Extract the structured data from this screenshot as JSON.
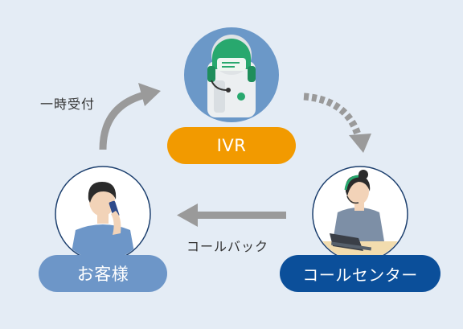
{
  "colors": {
    "background": "#e4ecf5",
    "ivr_accent": "#f29a00",
    "customer_accent": "#6d96c8",
    "callcenter_accent": "#0b4f9a",
    "arrow": "#9a9a9a",
    "robot_green": "#28a86e"
  },
  "nodes": {
    "ivr": {
      "label": "IVR",
      "icon": "ivr-robot-operator-icon"
    },
    "customer": {
      "label": "お客様",
      "icon": "customer-on-phone-icon"
    },
    "call_center": {
      "label": "コールセンター",
      "icon": "call-center-agent-icon"
    }
  },
  "flows": {
    "intake": {
      "label": "一時受付",
      "from": "customer",
      "to": "ivr",
      "style": "solid"
    },
    "transfer": {
      "label": "",
      "from": "ivr",
      "to": "call_center",
      "style": "dotted"
    },
    "callback": {
      "label": "コールバック",
      "from": "call_center",
      "to": "customer",
      "style": "solid"
    }
  }
}
